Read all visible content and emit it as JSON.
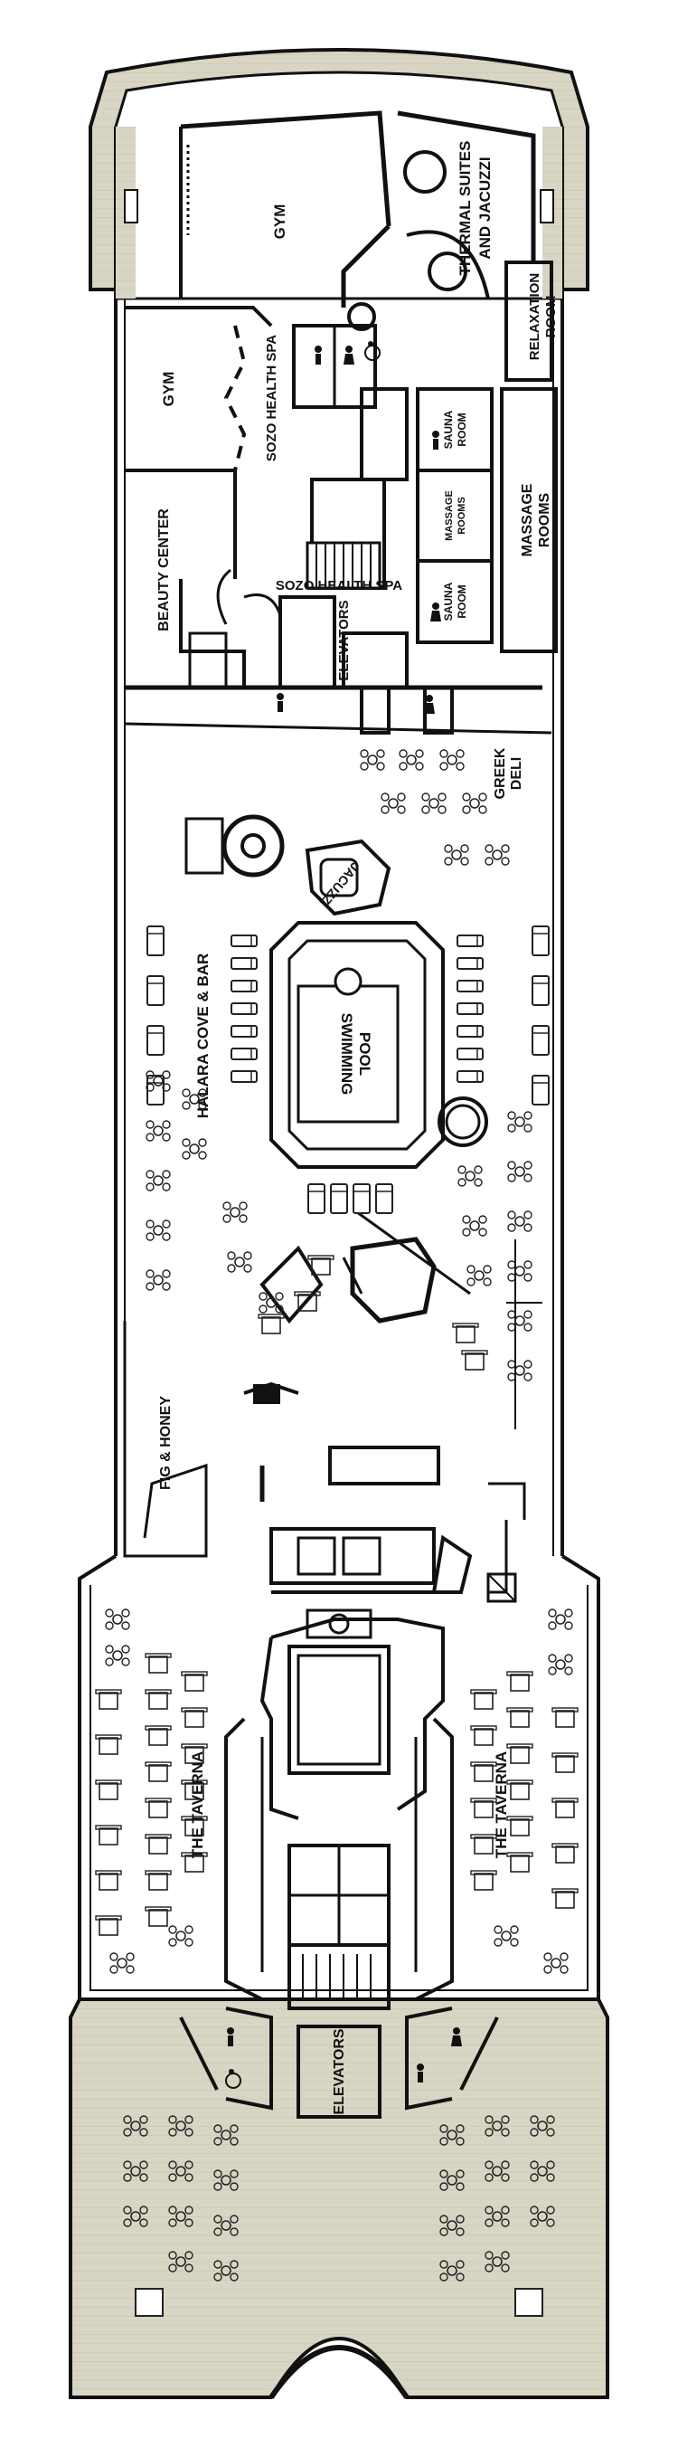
{
  "deck": {
    "labels": {
      "gym_upper": "GYM",
      "gym_left": "GYM",
      "thermal_suites": [
        "THERMAL SUITES",
        "AND JACUZZI"
      ],
      "relaxation_room": [
        "RELAXATION",
        "ROOM"
      ],
      "sozo_health_spa_upper": "SOZO HEALTH SPA",
      "sozo_health_spa_lower": "SOZO HEALTH SPA",
      "sauna_room_upper": [
        "SAUNA",
        "ROOM"
      ],
      "massage_rooms_small": [
        "MASSAGE",
        "ROOMS"
      ],
      "sauna_room_lower": [
        "SAUNA",
        "ROOM"
      ],
      "massage_rooms": [
        "MASSAGE",
        "ROOMS"
      ],
      "beauty_center": "BEAUTY CENTER",
      "elevators_upper": "ELEVATORS",
      "greek_deli": [
        "GREEK",
        "DELI"
      ],
      "jacuzzi": "JACUZZI",
      "swimming_pool": [
        "SWIMMING",
        "POOL"
      ],
      "halara_cove_bar": "HALARA COVE & BAR",
      "fig_honey": "FIG & HONEY",
      "the_taverna_left": "THE TAVERNA",
      "the_taverna_right": "THE TAVERNA",
      "elevators_lower": "ELEVATORS"
    },
    "colors": {
      "wall": "#111111",
      "deck_teak": "#d9d5c4",
      "background": "#ffffff"
    },
    "icons": [
      "restroom-icon",
      "accessible-icon",
      "stairs-icon"
    ]
  }
}
